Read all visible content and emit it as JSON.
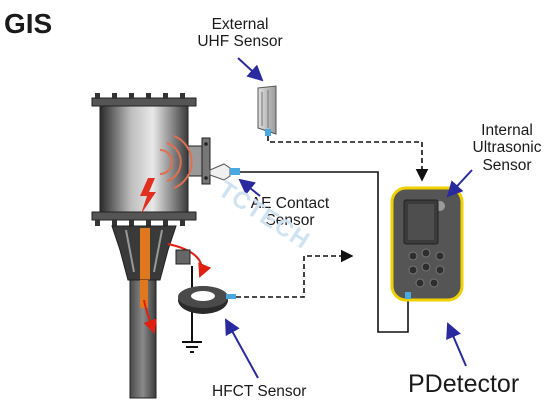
{
  "title": "GIS",
  "labels": {
    "external_uhf": [
      "External",
      "UHF Sensor"
    ],
    "ae_contact": [
      "AE Contact",
      "Sensor"
    ],
    "internal_ultrasonic": [
      "Internal",
      "Ultrasonic",
      "Sensor"
    ],
    "hfct": "HFCT Sensor",
    "pdetector": "PDetector"
  },
  "watermark": "TCTECH",
  "colors": {
    "arrow": "#2a2aa0",
    "device_border": "#f0d000",
    "spark": "#e03020",
    "flow": "#e02010",
    "connector": "#4aa8e0",
    "cable": "#222222"
  },
  "icons": [
    "spark-icon",
    "ground-icon",
    "sound-wave-icon"
  ]
}
